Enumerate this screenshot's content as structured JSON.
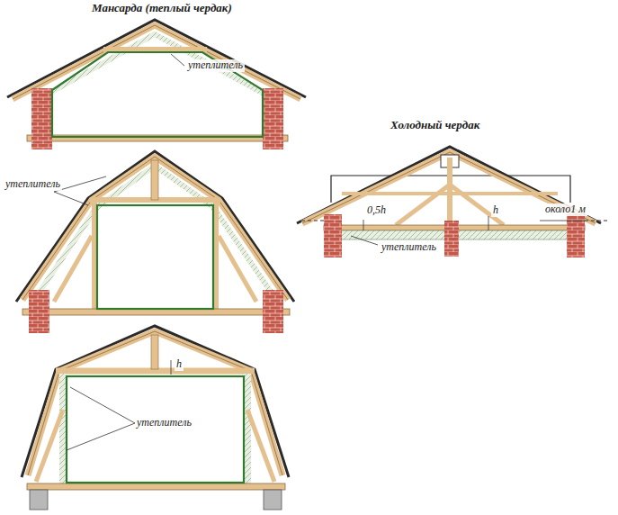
{
  "diagram": {
    "labels": [
      "Мансарда (теплый чердак)",
      "утеплитель",
      "утеплитель",
      "утеплитель",
      "Холодный чердак",
      "0,5h",
      "h",
      "около1 м",
      "утеплитель",
      "h"
    ]
  }
}
